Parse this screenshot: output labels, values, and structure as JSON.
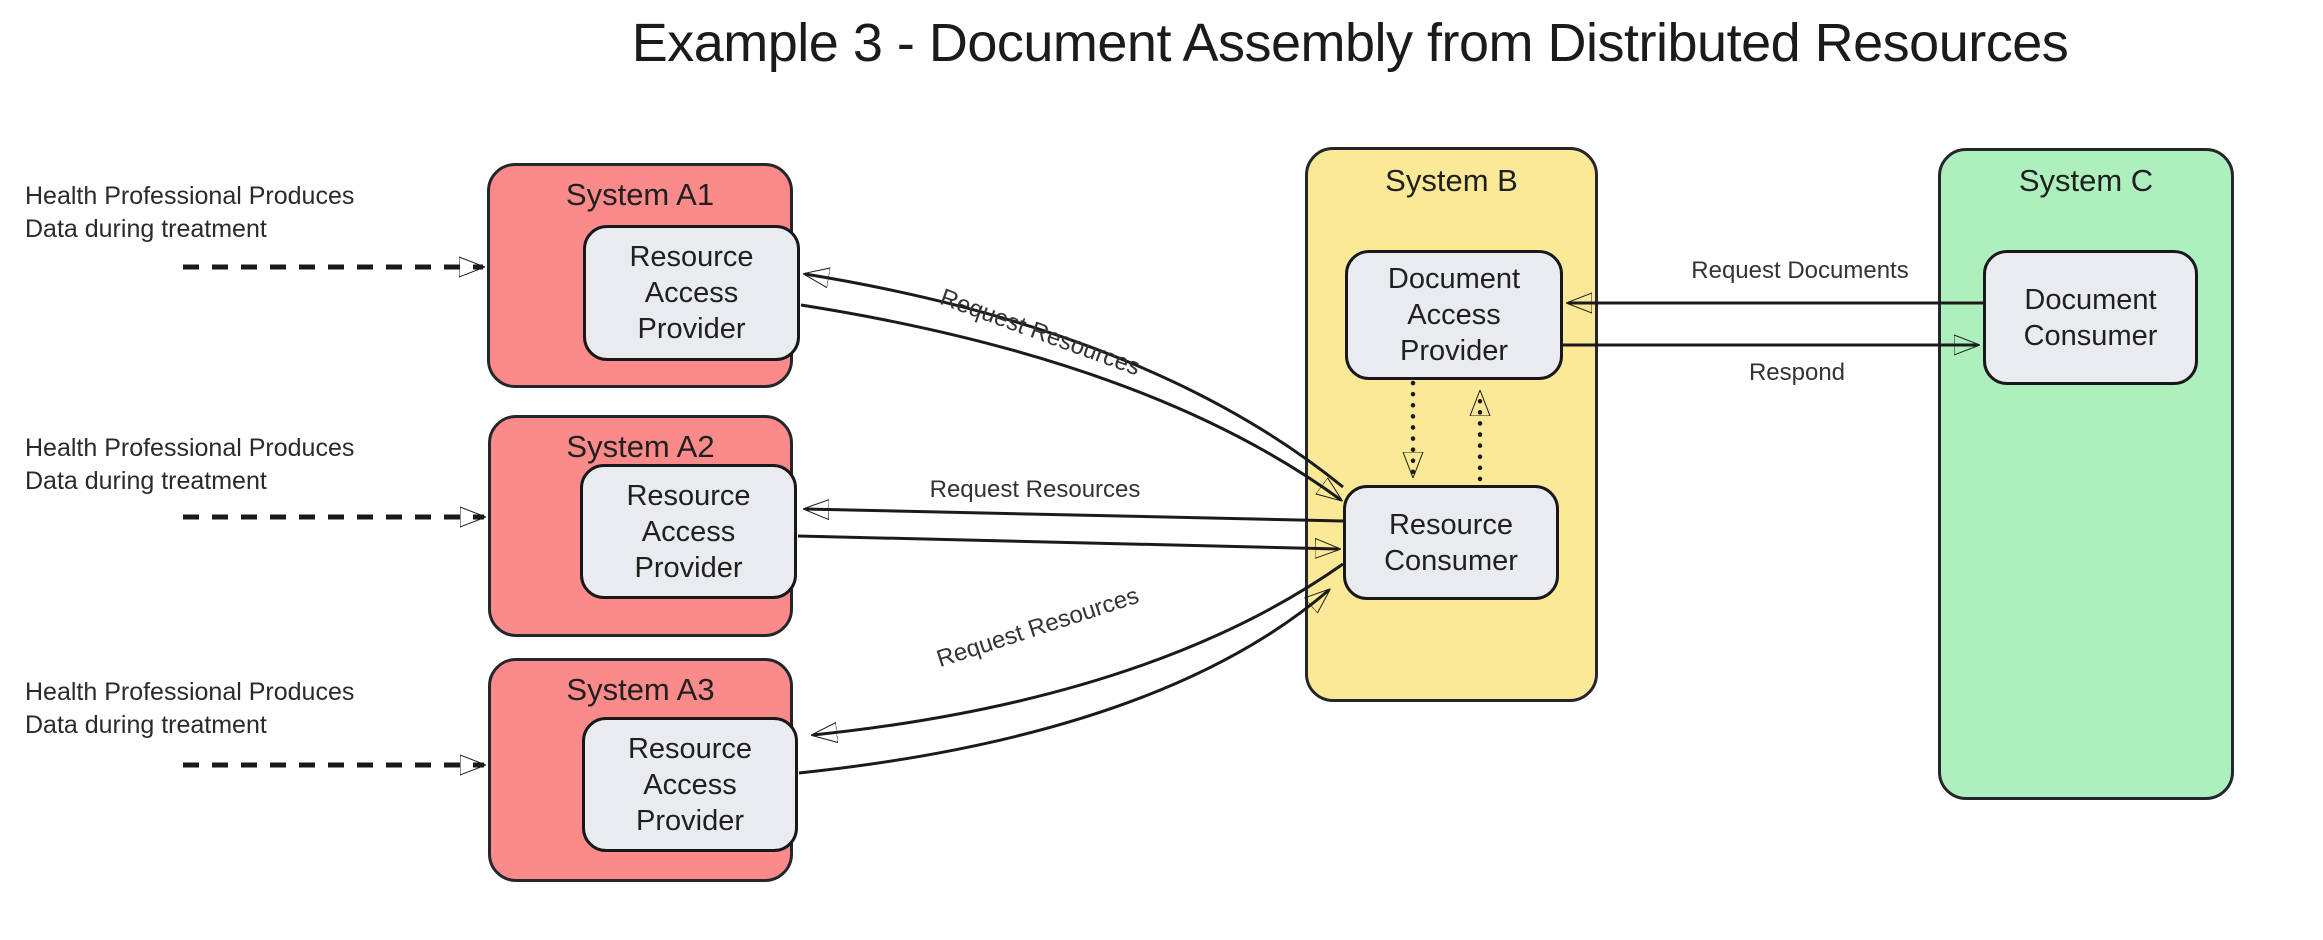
{
  "title": "Example 3 - Document Assembly from Distributed Resources",
  "colors": {
    "system_a_fill": "#FB8A8A",
    "system_b_fill": "#FBE998",
    "system_c_fill": "#ADF0BE",
    "component_fill": "#E9EBEF",
    "border": "#23262B",
    "arrow": "#1A1A1A"
  },
  "systems": {
    "a1": {
      "label": "System A1",
      "component": "Resource Access Provider"
    },
    "a2": {
      "label": "System A2",
      "component": "Resource Access Provider"
    },
    "a3": {
      "label": "System A3",
      "component": "Resource Access Provider"
    },
    "b": {
      "label": "System B",
      "components": {
        "dap": "Document Access Provider",
        "rc": "Resource Consumer"
      }
    },
    "c": {
      "label": "System C",
      "component": "Document Consumer"
    }
  },
  "annotations": [
    {
      "lines": [
        "Health Professional Produces",
        "Data during treatment"
      ]
    },
    {
      "lines": [
        "Health Professional Produces",
        "Data during treatment"
      ]
    },
    {
      "lines": [
        "Health Professional Produces",
        "Data during treatment"
      ]
    }
  ],
  "edge_labels": {
    "request_resources_a1": "Request Resources",
    "request_resources_a2": "Request Resources",
    "request_resources_a3": "Request Resources",
    "request_documents": "Request Documents",
    "respond": "Respond"
  }
}
